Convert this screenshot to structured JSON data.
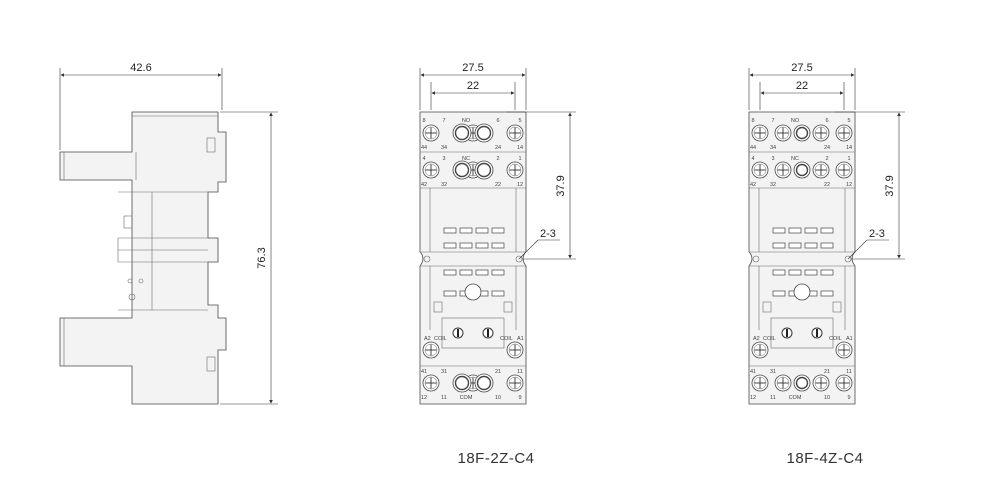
{
  "side_view": {
    "width_label": "42.6",
    "height_label": "76.3"
  },
  "models": [
    {
      "name": "18F-2Z-C4",
      "outer_width": "27.5",
      "inner_width": "22",
      "height": "37.9",
      "hole_label": "2-3",
      "top_row1": [
        "8",
        "7",
        "NO",
        "6",
        "5"
      ],
      "top_row1_bottom": [
        "44",
        "34",
        "",
        "24",
        "14"
      ],
      "top_row2": [
        "4",
        "3",
        "NC",
        "2",
        "1"
      ],
      "top_row2_bottom": [
        "42",
        "32",
        "",
        "22",
        "12"
      ],
      "coil_left": [
        "A2",
        "COIL"
      ],
      "coil_right": [
        "COIL",
        "A1"
      ],
      "bottom_row_top": [
        "41",
        "31",
        "",
        "21",
        "11"
      ],
      "bottom_row_bottom": [
        "12",
        "11",
        "COM",
        "10",
        "9"
      ]
    },
    {
      "name": "18F-4Z-C4",
      "outer_width": "27.5",
      "inner_width": "22",
      "height": "37.9",
      "hole_label": "2-3",
      "top_row1": [
        "8",
        "7",
        "NO",
        "6",
        "5"
      ],
      "top_row1_bottom": [
        "44",
        "34",
        "",
        "24",
        "14"
      ],
      "top_row2": [
        "4",
        "3",
        "NC",
        "2",
        "1"
      ],
      "top_row2_bottom": [
        "42",
        "32",
        "",
        "22",
        "12"
      ],
      "coil_left": [
        "A2",
        "COIL"
      ],
      "coil_right": [
        "COIL",
        "A1"
      ],
      "bottom_row_top": [
        "41",
        "31",
        "",
        "21",
        "11"
      ],
      "bottom_row_bottom": [
        "12",
        "11",
        "COM",
        "10",
        "9"
      ]
    }
  ]
}
